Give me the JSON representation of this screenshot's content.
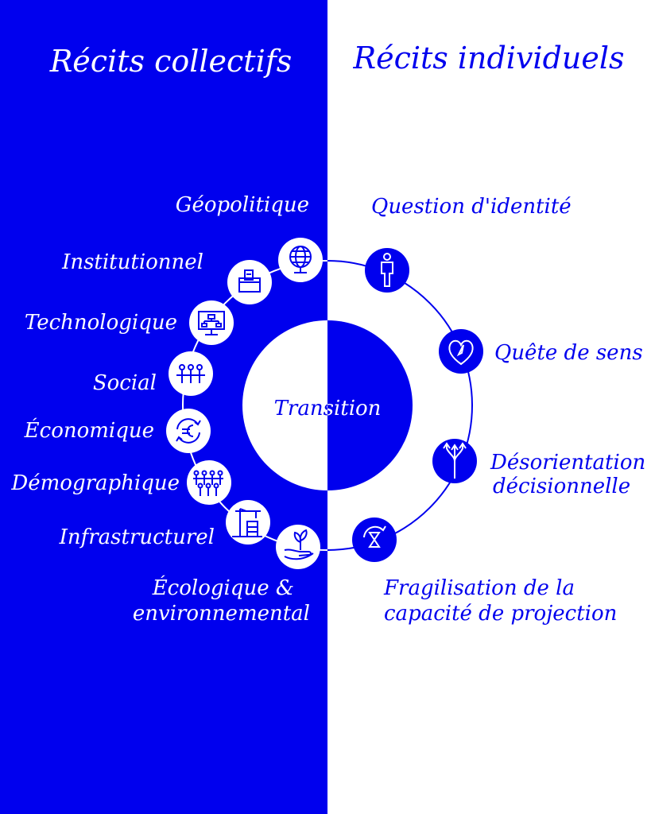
{
  "colors": {
    "blue": "#0000ee",
    "white": "#ffffff"
  },
  "titles": {
    "left": "Récits collectifs",
    "right": "Récits individuels"
  },
  "center": {
    "label": "Transition"
  },
  "left_items": [
    {
      "label": "Géopolitique",
      "icon": "globe-icon"
    },
    {
      "label": "Institutionnel",
      "icon": "ballot-box-icon"
    },
    {
      "label": "Technologique",
      "icon": "computer-network-icon"
    },
    {
      "label": "Social",
      "icon": "people-group-icon"
    },
    {
      "label": "Économique",
      "icon": "euro-cycle-icon"
    },
    {
      "label": "Démographique",
      "icon": "crowd-icon"
    },
    {
      "label": "Infrastructurel",
      "icon": "crane-building-icon"
    },
    {
      "label": "Écologique &",
      "label2": "environnemental",
      "icon": "hand-plant-icon"
    }
  ],
  "right_items": [
    {
      "label": "Question d'identité",
      "icon": "person-icon"
    },
    {
      "label": "Quête de sens",
      "icon": "heart-compass-icon"
    },
    {
      "label": "Désorientation",
      "label2": "décisionnelle",
      "icon": "diverging-arrows-icon"
    },
    {
      "label": "Fragilisation de la",
      "label2": "capacité de projection",
      "icon": "hourglass-cycle-icon"
    }
  ]
}
